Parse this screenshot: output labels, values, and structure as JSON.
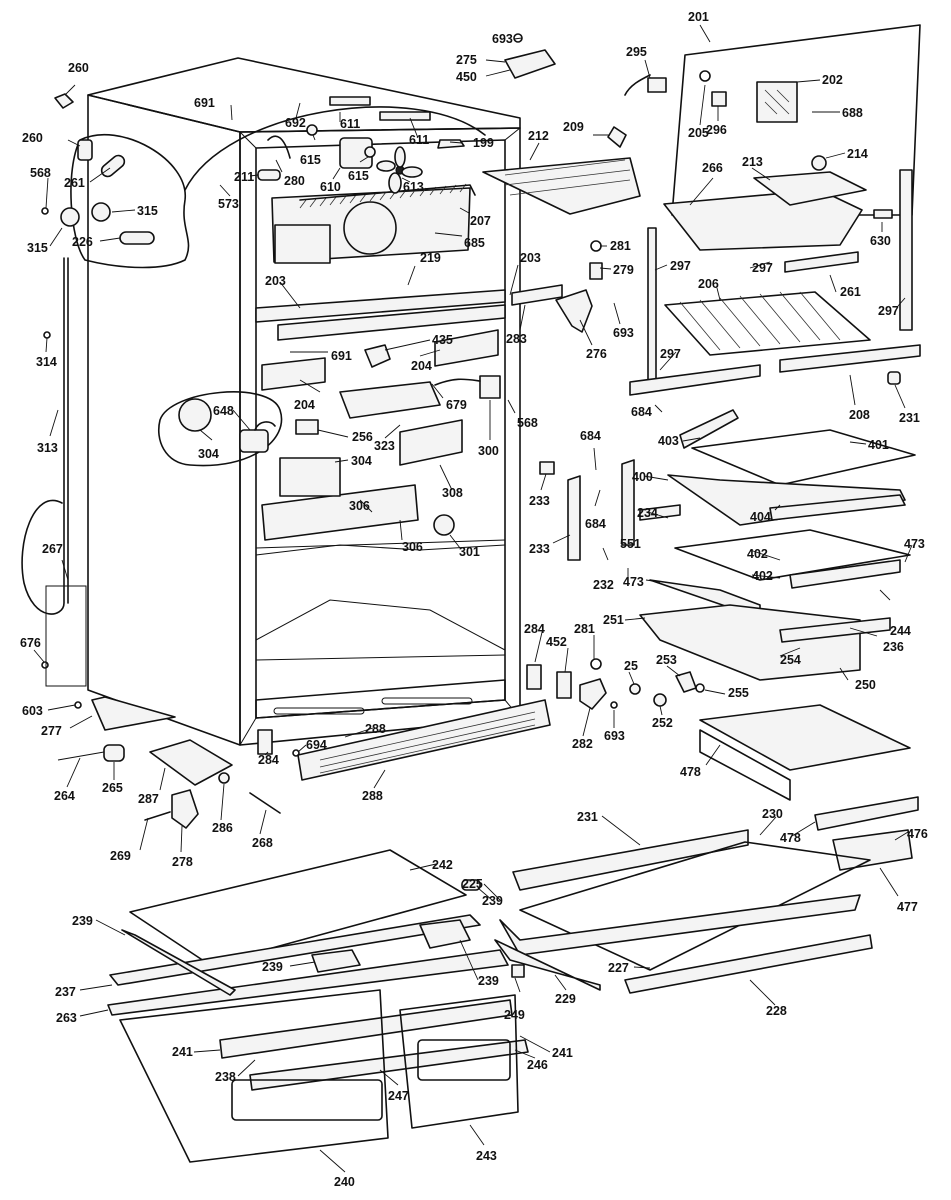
{
  "diagram": {
    "background": "#ffffff",
    "line_color": "#111111",
    "callouts": [
      {
        "id": "c-693-top",
        "label": "693"
      },
      {
        "id": "c-275",
        "label": "275"
      },
      {
        "id": "c-450",
        "label": "450"
      },
      {
        "id": "c-295",
        "label": "295"
      },
      {
        "id": "c-201",
        "label": "201"
      },
      {
        "id": "c-202",
        "label": "202"
      },
      {
        "id": "c-205",
        "label": "205"
      },
      {
        "id": "c-296",
        "label": "296"
      },
      {
        "id": "c-688",
        "label": "688"
      },
      {
        "id": "c-214",
        "label": "214"
      },
      {
        "id": "c-266",
        "label": "266"
      },
      {
        "id": "c-213",
        "label": "213"
      },
      {
        "id": "c-630",
        "label": "630"
      },
      {
        "id": "c-260a",
        "label": "260"
      },
      {
        "id": "c-260b",
        "label": "260"
      },
      {
        "id": "c-261a",
        "label": "261"
      },
      {
        "id": "c-568a",
        "label": "568"
      },
      {
        "id": "c-315a",
        "label": "315"
      },
      {
        "id": "c-315b",
        "label": "315"
      },
      {
        "id": "c-226",
        "label": "226"
      },
      {
        "id": "c-691a",
        "label": "691"
      },
      {
        "id": "c-692",
        "label": "692"
      },
      {
        "id": "c-611a",
        "label": "611"
      },
      {
        "id": "c-611b",
        "label": "611"
      },
      {
        "id": "c-199",
        "label": "199"
      },
      {
        "id": "c-615a",
        "label": "615"
      },
      {
        "id": "c-615b",
        "label": "615"
      },
      {
        "id": "c-610",
        "label": "610"
      },
      {
        "id": "c-613",
        "label": "613"
      },
      {
        "id": "c-211",
        "label": "211"
      },
      {
        "id": "c-280",
        "label": "280"
      },
      {
        "id": "c-573",
        "label": "573"
      },
      {
        "id": "c-207",
        "label": "207"
      },
      {
        "id": "c-685",
        "label": "685"
      },
      {
        "id": "c-212",
        "label": "212"
      },
      {
        "id": "c-209",
        "label": "209"
      },
      {
        "id": "c-281a",
        "label": "281"
      },
      {
        "id": "c-279",
        "label": "279"
      },
      {
        "id": "c-203a",
        "label": "203"
      },
      {
        "id": "c-203b",
        "label": "203"
      },
      {
        "id": "c-219",
        "label": "219"
      },
      {
        "id": "c-283",
        "label": "283"
      },
      {
        "id": "c-276",
        "label": "276"
      },
      {
        "id": "c-693b",
        "label": "693"
      },
      {
        "id": "c-297a",
        "label": "297"
      },
      {
        "id": "c-297b",
        "label": "297"
      },
      {
        "id": "c-297c",
        "label": "297"
      },
      {
        "id": "c-297d",
        "label": "297"
      },
      {
        "id": "c-206",
        "label": "206"
      },
      {
        "id": "c-261b",
        "label": "261"
      },
      {
        "id": "c-208",
        "label": "208"
      },
      {
        "id": "c-231a",
        "label": "231"
      },
      {
        "id": "c-314",
        "label": "314"
      },
      {
        "id": "c-313",
        "label": "313"
      },
      {
        "id": "c-691b",
        "label": "691"
      },
      {
        "id": "c-435",
        "label": "435"
      },
      {
        "id": "c-204a",
        "label": "204"
      },
      {
        "id": "c-204b",
        "label": "204"
      },
      {
        "id": "c-679",
        "label": "679"
      },
      {
        "id": "c-568b",
        "label": "568"
      },
      {
        "id": "c-684a",
        "label": "684"
      },
      {
        "id": "c-403",
        "label": "403"
      },
      {
        "id": "c-401",
        "label": "401"
      },
      {
        "id": "c-648",
        "label": "648"
      },
      {
        "id": "c-256",
        "label": "256"
      },
      {
        "id": "c-323",
        "label": "323"
      },
      {
        "id": "c-300",
        "label": "300"
      },
      {
        "id": "c-304a",
        "label": "304"
      },
      {
        "id": "c-304b",
        "label": "304"
      },
      {
        "id": "c-308",
        "label": "308"
      },
      {
        "id": "c-684b",
        "label": "684"
      },
      {
        "id": "c-400",
        "label": "400"
      },
      {
        "id": "c-233a",
        "label": "233"
      },
      {
        "id": "c-684c",
        "label": "684"
      },
      {
        "id": "c-404",
        "label": "404"
      },
      {
        "id": "c-234",
        "label": "234"
      },
      {
        "id": "c-306a",
        "label": "306"
      },
      {
        "id": "c-306b",
        "label": "306"
      },
      {
        "id": "c-301",
        "label": "301"
      },
      {
        "id": "c-233b",
        "label": "233"
      },
      {
        "id": "c-551",
        "label": "551"
      },
      {
        "id": "c-402a",
        "label": "402"
      },
      {
        "id": "c-473a",
        "label": "473"
      },
      {
        "id": "c-473b",
        "label": "473"
      },
      {
        "id": "c-402b",
        "label": "402"
      },
      {
        "id": "c-232",
        "label": "232"
      },
      {
        "id": "c-267",
        "label": "267"
      },
      {
        "id": "c-251",
        "label": "251"
      },
      {
        "id": "c-244",
        "label": "244"
      },
      {
        "id": "c-284a",
        "label": "284"
      },
      {
        "id": "c-281b",
        "label": "281"
      },
      {
        "id": "c-452",
        "label": "452"
      },
      {
        "id": "c-236",
        "label": "236"
      },
      {
        "id": "c-676",
        "label": "676"
      },
      {
        "id": "c-254",
        "label": "254"
      },
      {
        "id": "c-25",
        "label": "25"
      },
      {
        "id": "c-253",
        "label": "253"
      },
      {
        "id": "c-250",
        "label": "250"
      },
      {
        "id": "c-255",
        "label": "255"
      },
      {
        "id": "c-603",
        "label": "603"
      },
      {
        "id": "c-277",
        "label": "277"
      },
      {
        "id": "c-252",
        "label": "252"
      },
      {
        "id": "c-282",
        "label": "282"
      },
      {
        "id": "c-693c",
        "label": "693"
      },
      {
        "id": "c-288a",
        "label": "288"
      },
      {
        "id": "c-694",
        "label": "694"
      },
      {
        "id": "c-478a",
        "label": "478"
      },
      {
        "id": "c-264",
        "label": "264"
      },
      {
        "id": "c-265",
        "label": "265"
      },
      {
        "id": "c-287",
        "label": "287"
      },
      {
        "id": "c-288b",
        "label": "288"
      },
      {
        "id": "c-284b",
        "label": "284"
      },
      {
        "id": "c-286",
        "label": "286"
      },
      {
        "id": "c-268",
        "label": "268"
      },
      {
        "id": "c-269",
        "label": "269"
      },
      {
        "id": "c-278",
        "label": "278"
      },
      {
        "id": "c-231b",
        "label": "231"
      },
      {
        "id": "c-230",
        "label": "230"
      },
      {
        "id": "c-478b",
        "label": "478"
      },
      {
        "id": "c-476",
        "label": "476"
      },
      {
        "id": "c-242",
        "label": "242"
      },
      {
        "id": "c-225",
        "label": "225"
      },
      {
        "id": "c-477",
        "label": "477"
      },
      {
        "id": "c-239a",
        "label": "239"
      },
      {
        "id": "c-239b",
        "label": "239"
      },
      {
        "id": "c-239c",
        "label": "239"
      },
      {
        "id": "c-239d",
        "label": "239"
      },
      {
        "id": "c-227",
        "label": "227"
      },
      {
        "id": "c-237",
        "label": "237"
      },
      {
        "id": "c-249",
        "label": "249"
      },
      {
        "id": "c-229",
        "label": "229"
      },
      {
        "id": "c-228",
        "label": "228"
      },
      {
        "id": "c-263",
        "label": "263"
      },
      {
        "id": "c-241a",
        "label": "241"
      },
      {
        "id": "c-241b",
        "label": "241"
      },
      {
        "id": "c-238",
        "label": "238"
      },
      {
        "id": "c-246",
        "label": "246"
      },
      {
        "id": "c-247",
        "label": "247"
      },
      {
        "id": "c-243",
        "label": "243"
      },
      {
        "id": "c-240",
        "label": "240"
      }
    ]
  }
}
